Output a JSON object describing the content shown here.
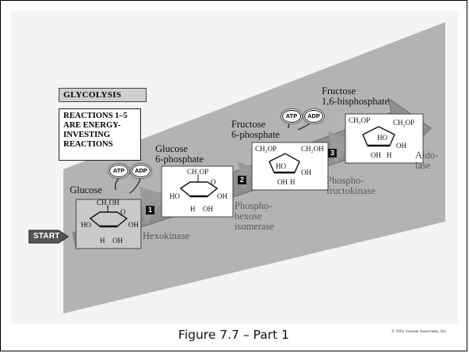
{
  "slide": {
    "caption": "Figure 7.7 – Part 1",
    "copyright": "© 2001 Sinauer Associates, Inc."
  },
  "diagram": {
    "title": "GLYCOLYSIS",
    "reactions_note": [
      "REACTIONS 1–5",
      "ARE ENERGY-",
      "INVESTING",
      "REACTIONS"
    ],
    "start_label": "START",
    "molecules": {
      "glucose": "Glucose",
      "g6p": [
        "Glucose",
        "6-phosphate"
      ],
      "f6p": [
        "Fructose",
        "6-phosphate"
      ],
      "f16bp": [
        "Fructose",
        "1,6-bisphosphate"
      ]
    },
    "steps": [
      "1",
      "2",
      "3"
    ],
    "cofactors": {
      "step1": [
        "ATP",
        "ADP"
      ],
      "step3": [
        "ATP",
        "ADP"
      ]
    },
    "enzymes": {
      "hexokinase": "Hexokinase",
      "isomerase": [
        "Phospho-",
        "hexose",
        "isomerase"
      ],
      "pfk": [
        "Phospho-",
        "fructokinase"
      ],
      "aldolase": [
        "Aldo-",
        "lase"
      ]
    },
    "structure_labels": {
      "ch2oh": "CH₂OH",
      "ch2op": "CH₂O",
      "phosphate": "P",
      "h": "H",
      "oh": "OH",
      "ho": "HO",
      "o": "O"
    }
  }
}
